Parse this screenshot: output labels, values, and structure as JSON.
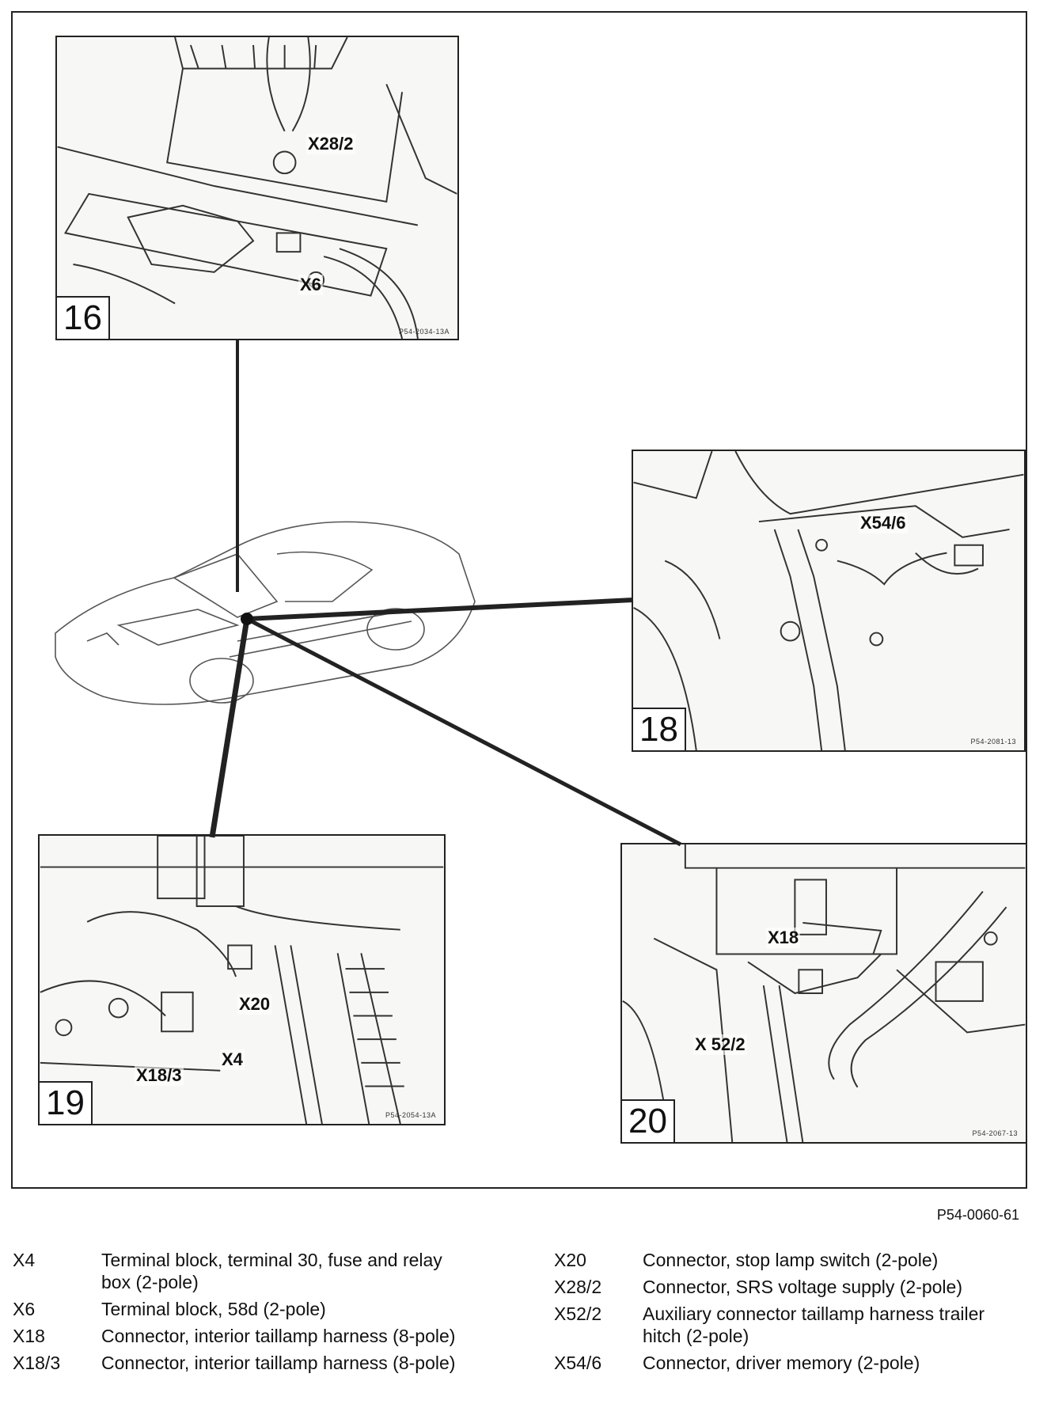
{
  "figure_code": "P54-0060-61",
  "panels": [
    {
      "number": "16",
      "code": "P54-2034-13A",
      "callouts": [
        "X28/2",
        "X6"
      ]
    },
    {
      "number": "18",
      "code": "P54-2081-13",
      "callouts": [
        "X54/6"
      ]
    },
    {
      "number": "19",
      "code": "P54-2054-13A",
      "callouts": [
        "X20",
        "X18/3",
        "X4"
      ]
    },
    {
      "number": "20",
      "code": "P54-2067-13",
      "callouts": [
        "X18",
        "X 52/2"
      ]
    }
  ],
  "legend_left": [
    {
      "code": "X4",
      "text": "Terminal block, terminal 30, fuse and relay box (2-pole)"
    },
    {
      "code": "X6",
      "text": "Terminal block, 58d (2-pole)"
    },
    {
      "code": "X18",
      "text": "Connector, interior taillamp harness (8-pole)"
    },
    {
      "code": "X18/3",
      "text": "Connector, interior taillamp harness (8-pole)"
    }
  ],
  "legend_right": [
    {
      "code": "X20",
      "text": "Connector, stop lamp switch (2-pole)"
    },
    {
      "code": "X28/2",
      "text": "Connector, SRS voltage supply (2-pole)"
    },
    {
      "code": "X52/2",
      "text": "Auxiliary connector taillamp harness trailer hitch (2-pole)"
    },
    {
      "code": "X54/6",
      "text": "Connector, driver memory (2-pole)"
    }
  ]
}
